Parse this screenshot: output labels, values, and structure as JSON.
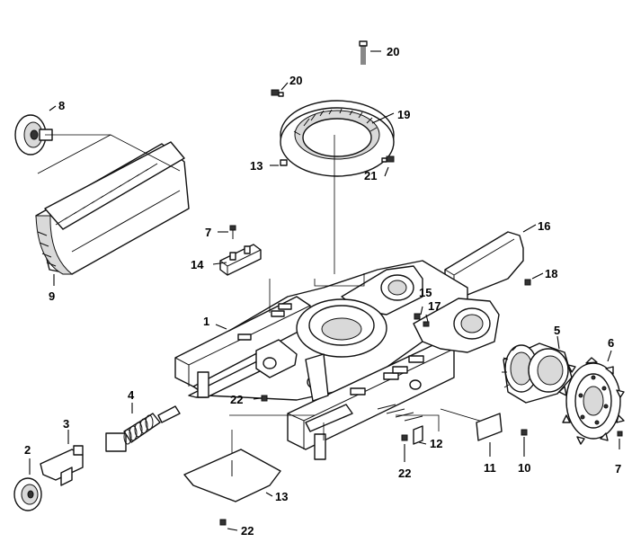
{
  "callouts": [
    {
      "id": "1",
      "label": "1"
    },
    {
      "id": "2",
      "label": "2"
    },
    {
      "id": "3",
      "label": "3"
    },
    {
      "id": "4",
      "label": "4"
    },
    {
      "id": "5",
      "label": "5"
    },
    {
      "id": "6",
      "label": "6"
    },
    {
      "id": "7a",
      "label": "7"
    },
    {
      "id": "7b",
      "label": "7"
    },
    {
      "id": "8",
      "label": "8"
    },
    {
      "id": "9",
      "label": "9"
    },
    {
      "id": "10",
      "label": "10"
    },
    {
      "id": "11",
      "label": "11"
    },
    {
      "id": "12",
      "label": "12"
    },
    {
      "id": "13a",
      "label": "13"
    },
    {
      "id": "13b",
      "label": "13"
    },
    {
      "id": "14",
      "label": "14"
    },
    {
      "id": "15",
      "label": "15"
    },
    {
      "id": "16",
      "label": "16"
    },
    {
      "id": "17",
      "label": "17"
    },
    {
      "id": "18",
      "label": "18"
    },
    {
      "id": "19",
      "label": "19"
    },
    {
      "id": "20a",
      "label": "20"
    },
    {
      "id": "20b",
      "label": "20"
    },
    {
      "id": "21",
      "label": "21"
    },
    {
      "id": "22a",
      "label": "22"
    },
    {
      "id": "22b",
      "label": "22"
    },
    {
      "id": "22c",
      "label": "22"
    }
  ]
}
